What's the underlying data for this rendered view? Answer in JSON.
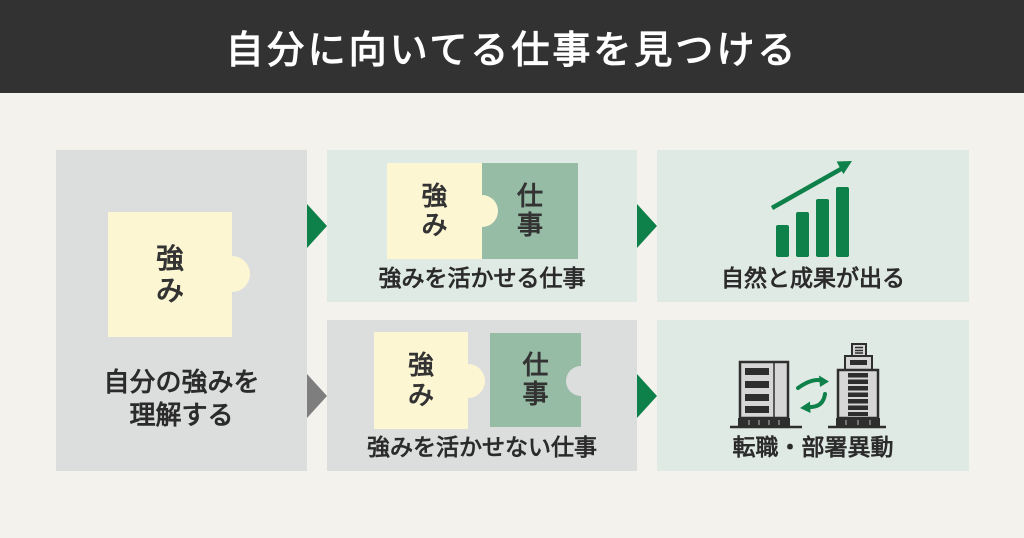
{
  "header": {
    "title": "自分に向いてる仕事を見つける"
  },
  "left_box": {
    "piece_label": "強\nみ",
    "caption": "自分の強みを\n理解する"
  },
  "top_middle_box": {
    "strength_label": "強\nみ",
    "work_label": "仕\n事",
    "caption": "強みを活かせる仕事"
  },
  "bottom_middle_box": {
    "strength_label": "強\nみ",
    "work_label": "仕\n事",
    "caption": "強みを活かせない仕事"
  },
  "top_right_box": {
    "icon": "growth-bar-chart-icon",
    "caption": "自然と成果が出る"
  },
  "bottom_right_box": {
    "icon": "buildings-transfer-icon",
    "caption": "転職・部署異動"
  },
  "colors": {
    "header_bg": "#323232",
    "background": "#f4f2ed",
    "gray_box": "#dcdede",
    "mint_box": "#e0eae5",
    "yellow_piece": "#fdf6d3",
    "green_piece": "#97bca6",
    "accent_green": "#0e8049",
    "mismatch_arrow_gray": "#7e7e7e",
    "text_dark": "#2b2b2b"
  }
}
